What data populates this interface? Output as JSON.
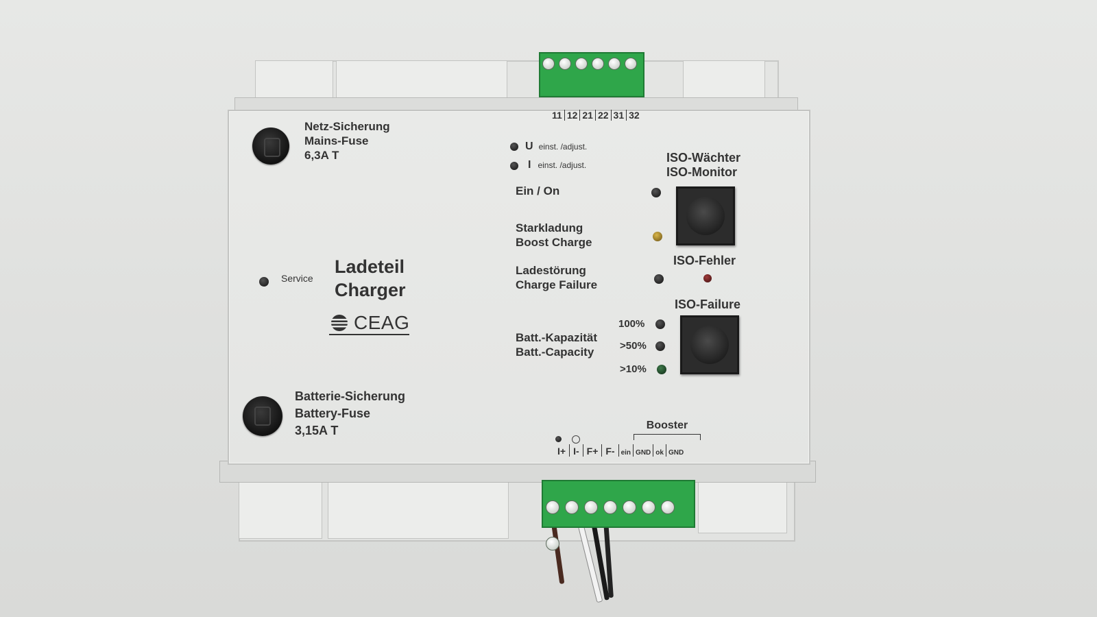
{
  "device": {
    "title_de": "Ladeteil",
    "title_en": "Charger",
    "brand": "CEAG",
    "service": "Service",
    "mains_fuse": [
      "Netz-Sicherung",
      "Mains-Fuse",
      "6,3A T"
    ],
    "battery_fuse": [
      "Batterie-Sicherung",
      "Battery-Fuse",
      "3,15A T"
    ],
    "adjust_u": {
      "sym": "U",
      "text": "einst. /adjust."
    },
    "adjust_i": {
      "sym": "I",
      "text": "einst. /adjust."
    },
    "ein_on": "Ein / On",
    "boost": [
      "Starkladung",
      "Boost Charge"
    ],
    "charge_failure": [
      "Ladestörung",
      "Charge Failure"
    ],
    "iso_monitor": [
      "ISO-Wächter",
      "ISO-Monitor"
    ],
    "iso_fehler": "ISO-Fehler",
    "iso_failure": "ISO-Failure",
    "capacity": [
      "Batt.-Kapazität",
      "Batt.-Capacity"
    ],
    "levels": [
      "100%",
      ">50%",
      ">10%"
    ],
    "top_terminals": [
      "11",
      "12",
      "21",
      "22",
      "31",
      "32"
    ],
    "bottom_left_terminals": [
      "I+",
      "I-",
      "F+",
      "F-"
    ],
    "booster": "Booster",
    "booster_terminals": [
      "ein",
      "GND",
      "ok",
      "GND"
    ]
  },
  "colors": {
    "terminal_green": "#2fa64a",
    "panel": "#e6e7e5",
    "led_amber": "#d9b64a",
    "led_red": "#a03a3a"
  }
}
